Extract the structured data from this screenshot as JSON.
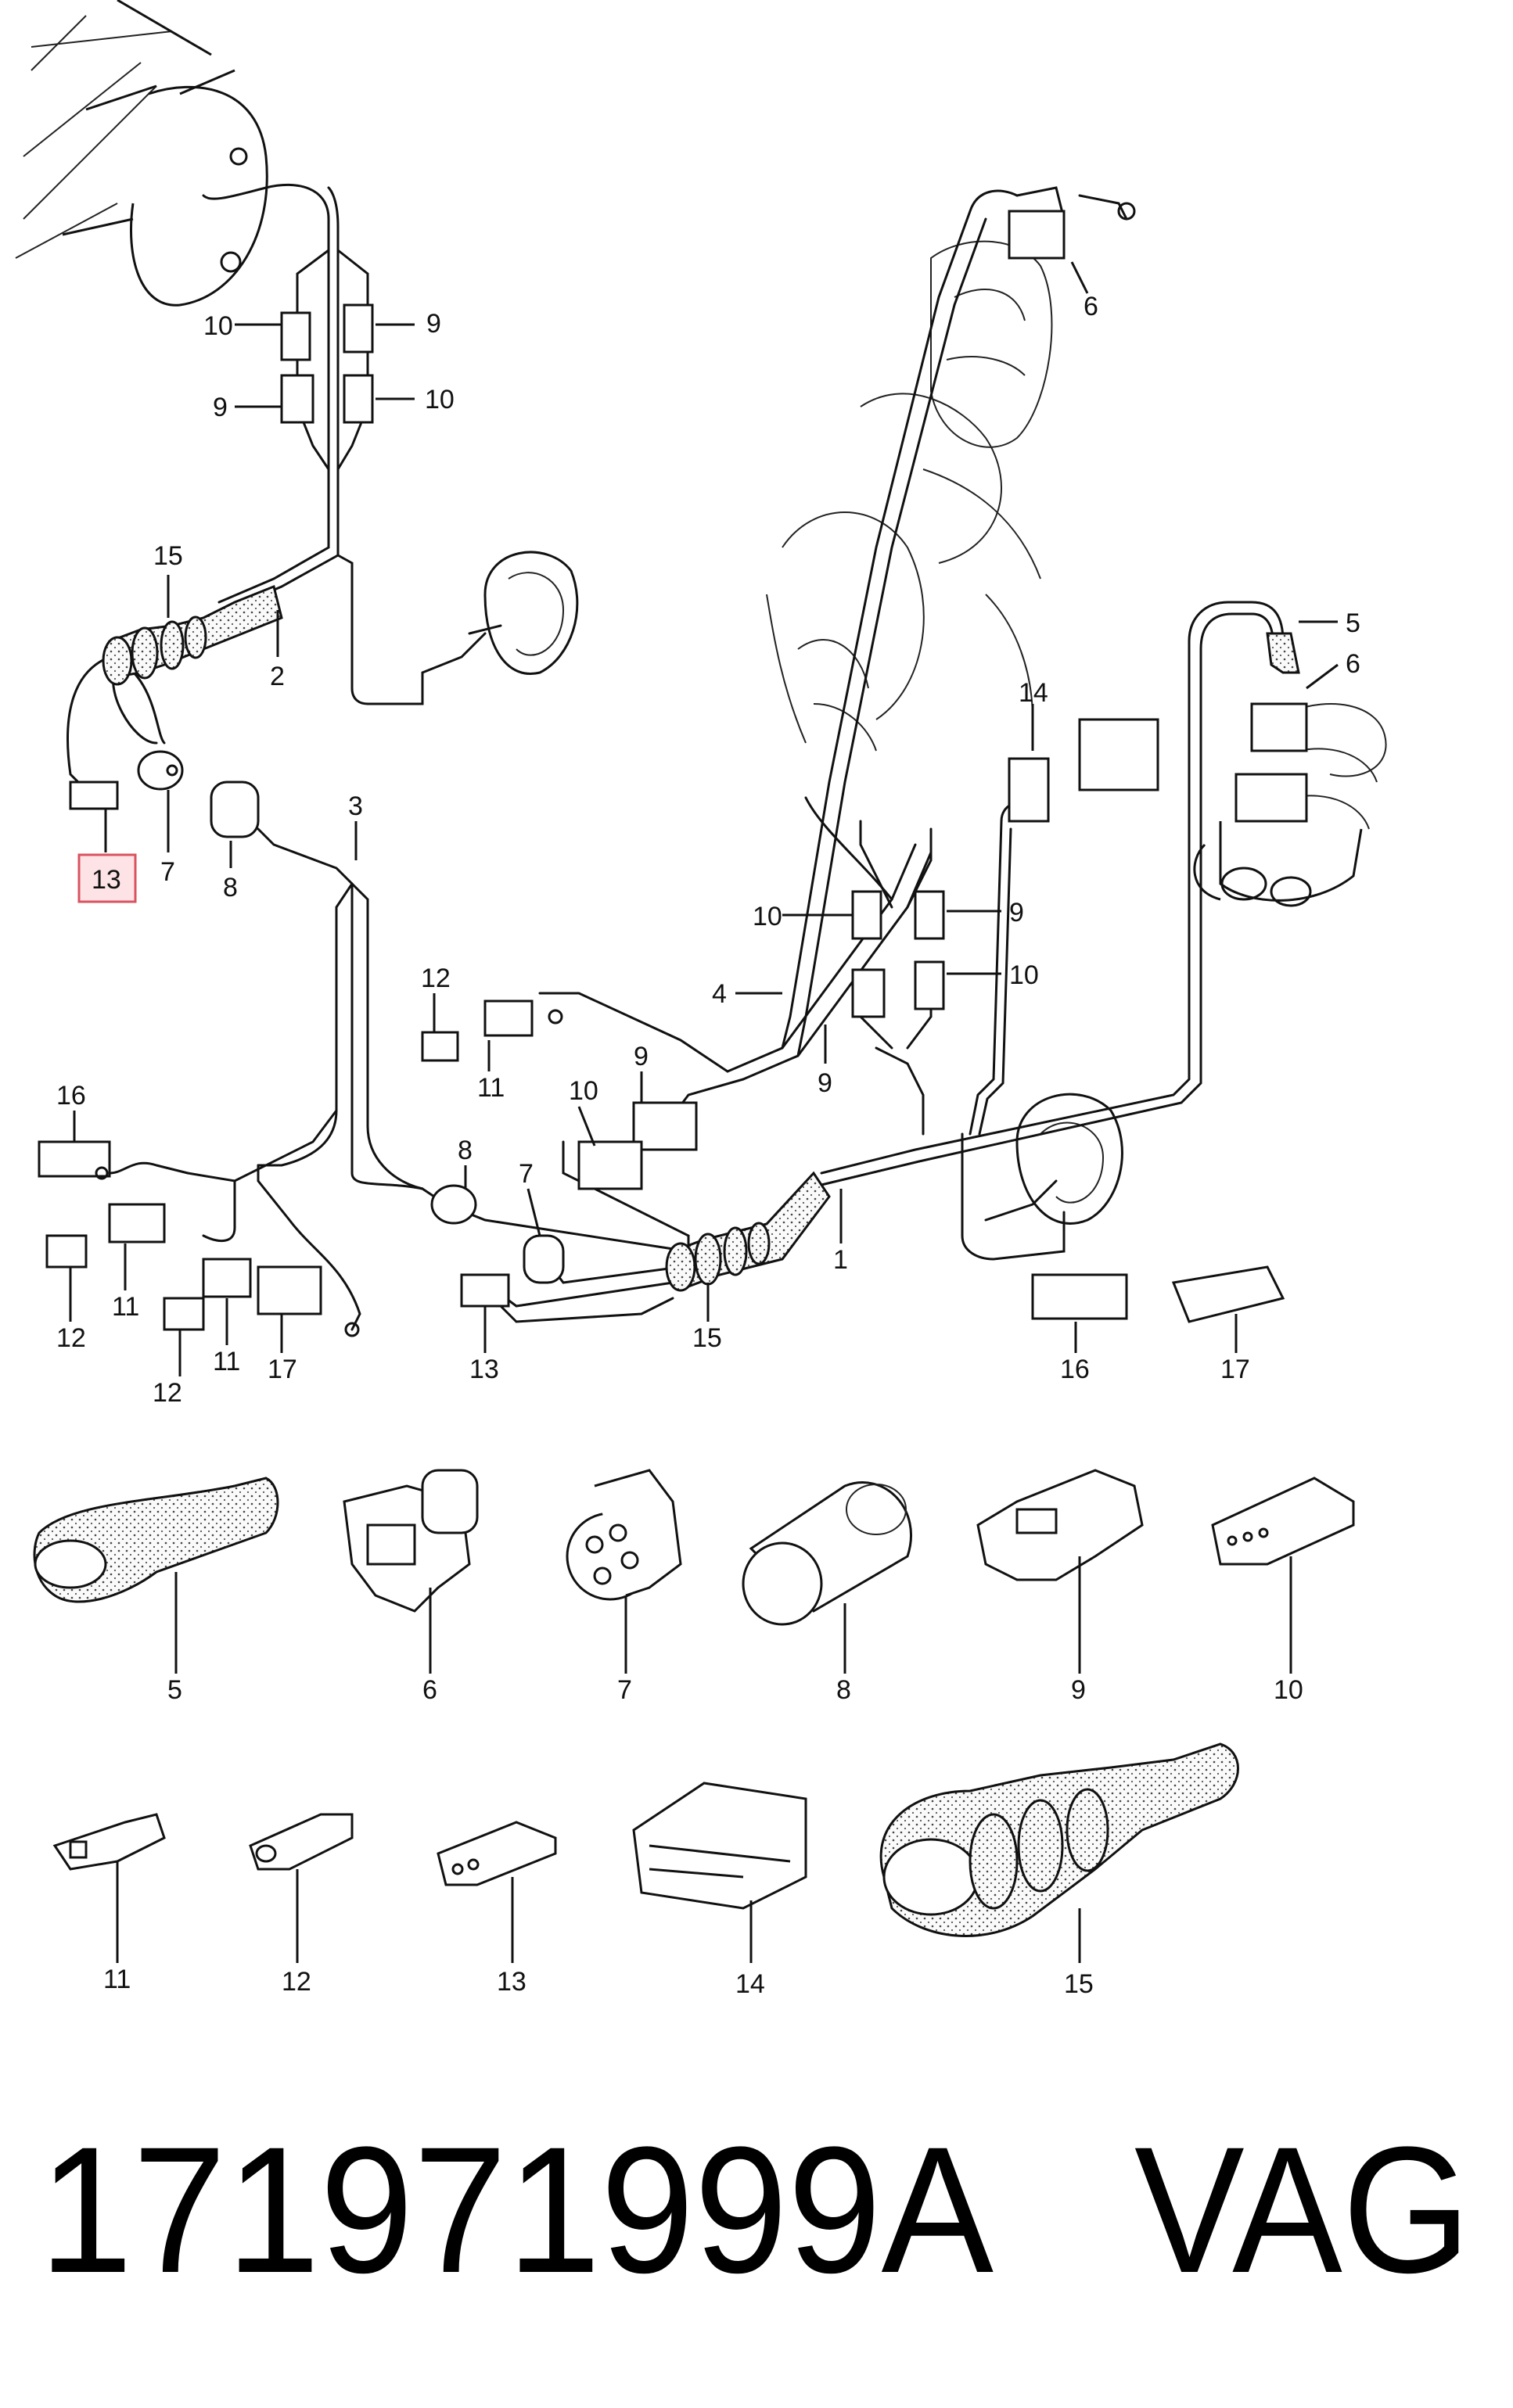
{
  "callouts": {
    "c1": "1",
    "c2": "2",
    "c3": "3",
    "c4": "4",
    "c5": "5",
    "c6": "6",
    "c7": "7",
    "c8": "8",
    "c9": "9",
    "c10": "10",
    "c11": "11",
    "c12": "12",
    "c13": "13",
    "c14": "14",
    "c15": "15",
    "c16": "16",
    "c17": "17"
  },
  "highlighted_callout": "13",
  "highlight_color": "#d9535f",
  "footer": {
    "part_number": "171971999A",
    "brand": "VAG"
  }
}
